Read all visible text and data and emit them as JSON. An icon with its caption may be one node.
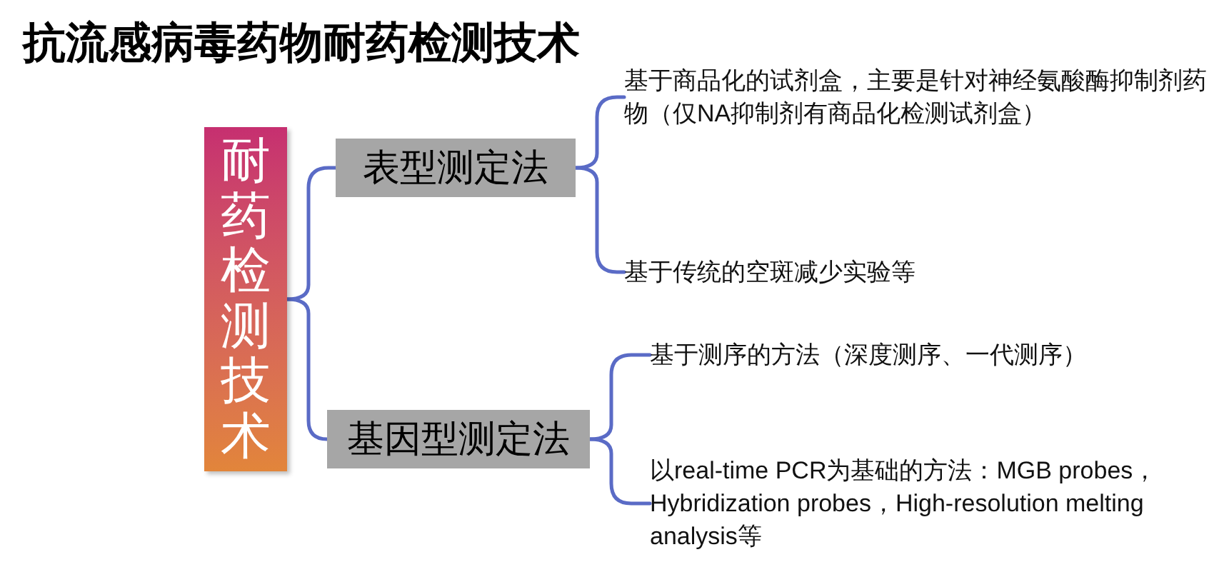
{
  "diagram": {
    "title": "抗流感病毒药物耐药检测技术",
    "nodes": [
      {
        "text": [
          "耐药检测技术"
        ]
      },
      {
        "text": [
          "表型测定法"
        ]
      },
      {
        "text": [
          "基于商品化的试剂盒，主要是针对神经氨酸酶抑制剂药物（仅NA抑制剂有商品化检测试剂盒）"
        ]
      },
      {
        "text": [
          "基于传统的空斑减少实验等"
        ]
      },
      {
        "text": [
          "基因型测定法"
        ]
      },
      {
        "text": [
          "基于测序的方法（深度测序、一代测序）"
        ]
      },
      {
        "text": [
          "以real-time PCR为基础的方法：MGB probes， Hybridization probes，High-resolution melting analysis等"
        ]
      }
    ],
    "edges": [
      {
        "from": 0,
        "to": 1,
        "arrow": "none"
      },
      {
        "from": 0,
        "to": 4,
        "arrow": "none"
      },
      {
        "from": 1,
        "to": 2,
        "arrow": "none"
      },
      {
        "from": 1,
        "to": 3,
        "arrow": "none"
      },
      {
        "from": 4,
        "to": 5,
        "arrow": "none"
      },
      {
        "from": 4,
        "to": 6,
        "arrow": "none"
      }
    ]
  }
}
